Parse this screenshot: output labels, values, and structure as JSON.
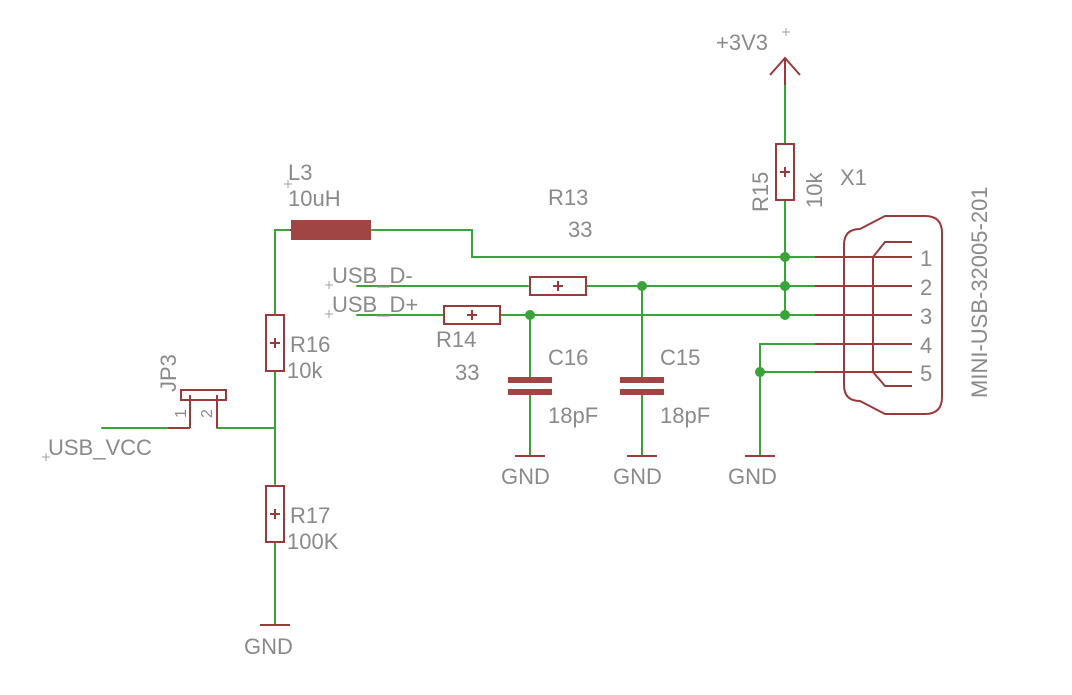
{
  "schematic": {
    "power": {
      "label": "+3V3"
    },
    "ground_label": "GND",
    "nets": {
      "usb_dminus": "USB_D-",
      "usb_dplus": "USB_D+",
      "usb_vcc": "USB_VCC"
    },
    "components": {
      "L3": {
        "ref": "L3",
        "value": "10uH"
      },
      "R13": {
        "ref": "R13",
        "value": "33"
      },
      "R14": {
        "ref": "R14",
        "value": "33"
      },
      "R15": {
        "ref": "R15",
        "value": "10k"
      },
      "R16": {
        "ref": "R16",
        "value": "10k"
      },
      "R17": {
        "ref": "R17",
        "value": "100K"
      },
      "C15": {
        "ref": "C15",
        "value": "18pF"
      },
      "C16": {
        "ref": "C16",
        "value": "18pF"
      },
      "JP3": {
        "ref": "JP3",
        "pin1": "1",
        "pin2": "2"
      },
      "X1": {
        "ref": "X1",
        "value": "MINI-USB-32005-201",
        "pins": [
          "1",
          "2",
          "3",
          "4",
          "5"
        ]
      }
    }
  },
  "colors": {
    "wire": "#3aa33a",
    "part": "#9a3a3a",
    "text": "#8a8a8a"
  }
}
